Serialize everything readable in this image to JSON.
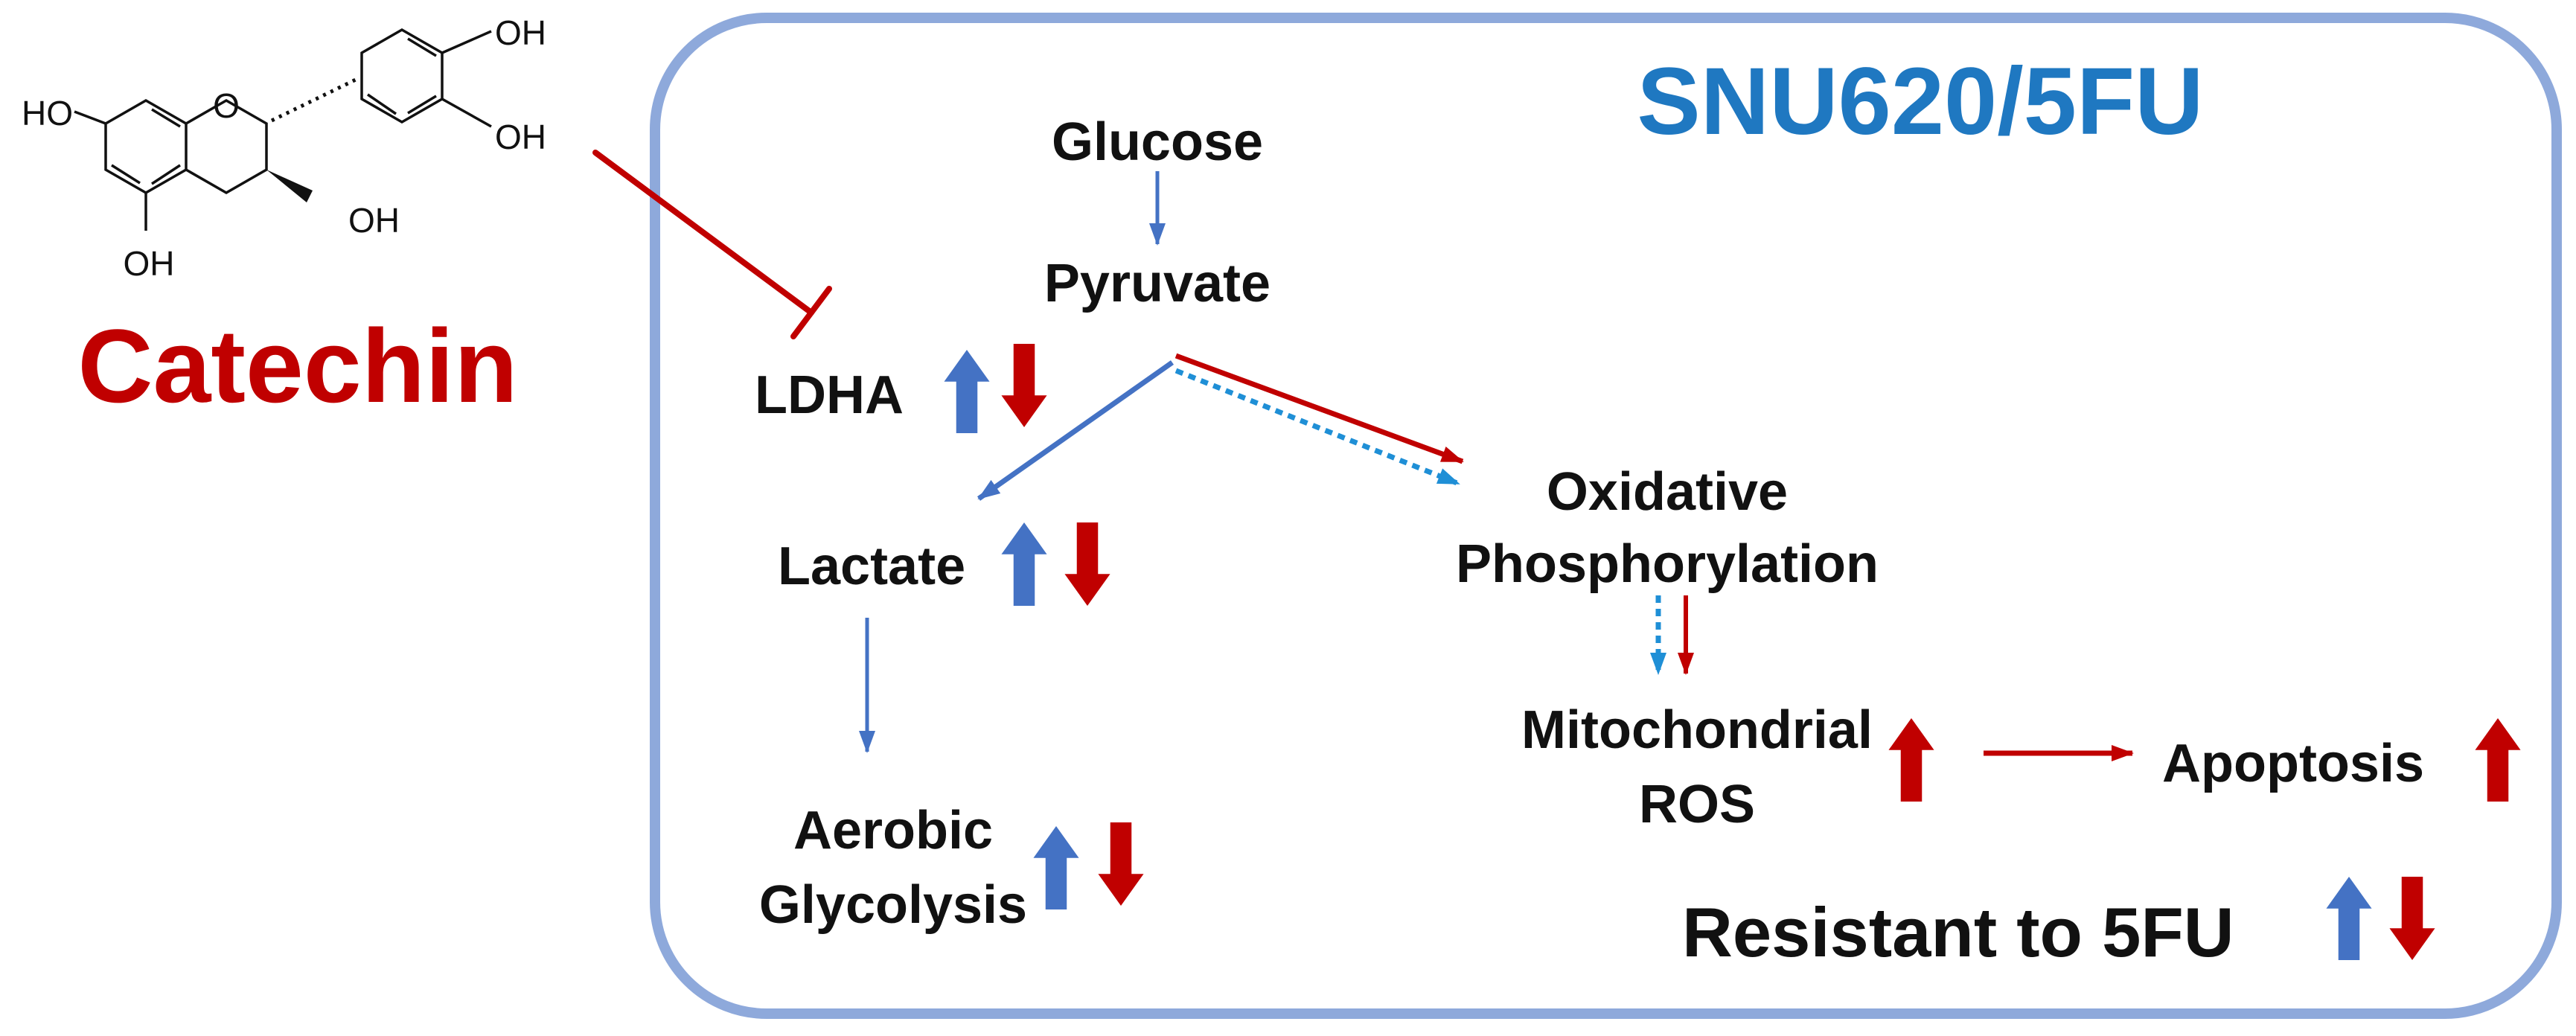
{
  "title": "SNU620/5FU",
  "drug": {
    "name": "Catechin",
    "structure_labels": {
      "oh_7": "HO",
      "oh_4p": "OH",
      "oh_3p": "OH",
      "oh_3": "OH",
      "oh_5": "OH",
      "ring_o": "O"
    }
  },
  "nodes": {
    "glucose": "Glucose",
    "pyruvate": "Pyruvate",
    "ldha": "LDHA",
    "lactate": "Lactate",
    "aerobic_line1": "Aerobic",
    "aerobic_line2": "Glycolysis",
    "oxphos_line1": "Oxidative",
    "oxphos_line2": "Phosphorylation",
    "mito_line1": "Mitochondrial",
    "mito_line2": "ROS",
    "apoptosis": "Apoptosis",
    "resistant": "Resistant to 5FU"
  },
  "colors": {
    "title_blue": "#1F78C1",
    "drug_red": "#C00000",
    "pathway_blue": "#4472C4",
    "dotted_blue": "#1F8FD6",
    "up_blue": "#4472C4",
    "down_red": "#C00000",
    "frame": "#8EA9DB"
  }
}
